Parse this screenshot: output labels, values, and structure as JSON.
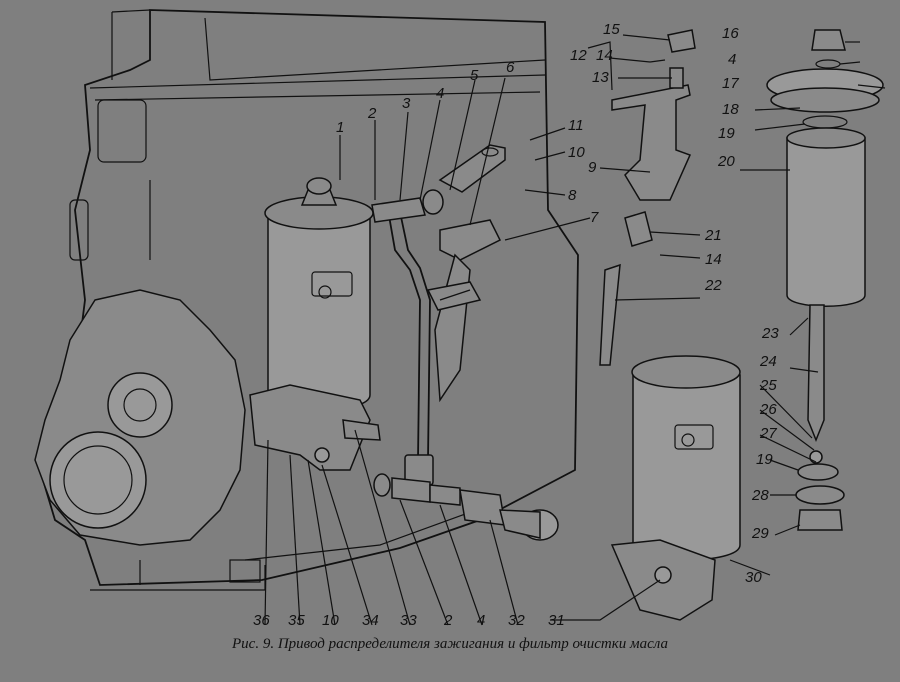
{
  "caption": "Рис. 9. Привод распределителя зажигания и фильтр очистки масла",
  "labels": {
    "l1": "1",
    "l2": "2",
    "l3": "3",
    "l4": "4",
    "l5": "5",
    "l6": "6",
    "l7": "7",
    "l8": "8",
    "l9": "9",
    "l10": "10",
    "l11": "11",
    "l12": "12",
    "l13": "13",
    "l14a": "14",
    "l14b": "14",
    "l15": "15",
    "l16": "16",
    "l4b": "4",
    "l17": "17",
    "l18": "18",
    "l19a": "19",
    "l20": "20",
    "l21": "21",
    "l22": "22",
    "l23": "23",
    "l24": "24",
    "l25": "25",
    "l26": "26",
    "l27": "27",
    "l19b": "19",
    "l28": "28",
    "l29": "29",
    "l30": "30",
    "l31": "31",
    "l32": "32",
    "l4c": "4",
    "l2b": "2",
    "l33": "33",
    "l34": "34",
    "l10b": "10",
    "l35": "35",
    "l36": "36"
  }
}
